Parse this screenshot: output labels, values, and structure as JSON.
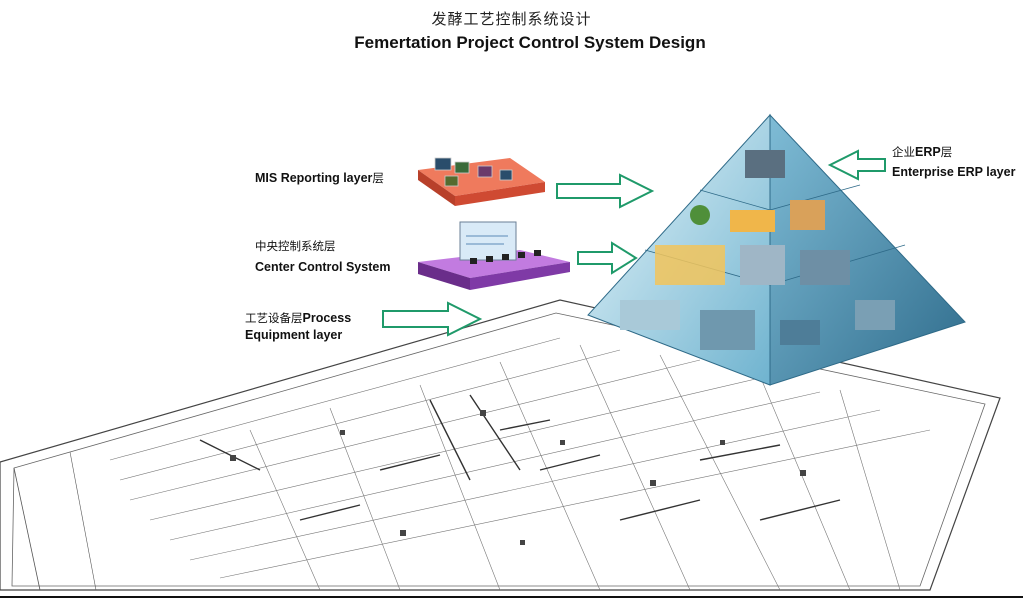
{
  "title": {
    "chinese": "发酵工艺控制系统设计",
    "english": "Femertation Project Control System Design"
  },
  "layers": {
    "mis": {
      "en": "MIS Reporting layer",
      "cn": "层"
    },
    "center": {
      "cn": "中央控制系统层",
      "en": "Center Control System"
    },
    "process": {
      "cn": "工艺设备层",
      "en1": "Process",
      "en2": "Equipment layer"
    },
    "erp": {
      "cn": "企业",
      "en_abbr": "ERP",
      "cn2": "层",
      "en": "Enterprise ERP layer"
    }
  },
  "colors": {
    "arrow_stroke": "#1f9a6a",
    "mis_platform": "#e2573e",
    "center_platform": "#8a3fb0",
    "pyramid_light": "#bfe6f3",
    "pyramid_dark": "#3d7e9f",
    "drawing_line": "#555555"
  },
  "icons": [
    "right-arrow-icon",
    "left-arrow-icon"
  ]
}
